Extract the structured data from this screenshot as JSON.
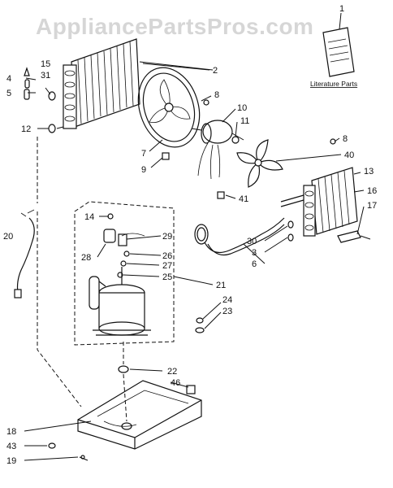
{
  "watermark": "AppliancePartsPros.com",
  "literature_label": "Literature Parts",
  "callouts": [
    "1",
    "2",
    "4",
    "15",
    "31",
    "5",
    "12",
    "8",
    "10",
    "11",
    "7",
    "9",
    "8",
    "40",
    "13",
    "16",
    "17",
    "41",
    "14",
    "29",
    "28",
    "26",
    "27",
    "25",
    "21",
    "20",
    "30",
    "3",
    "6",
    "24",
    "23",
    "22",
    "46",
    "18",
    "43",
    "19"
  ]
}
